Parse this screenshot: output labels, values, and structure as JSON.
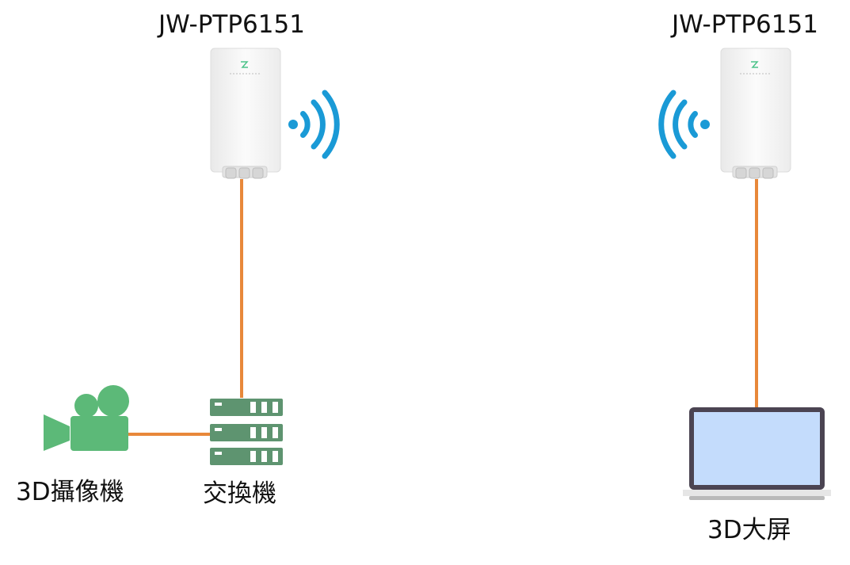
{
  "devices": {
    "ap_left": {
      "label": "JW-PTP6151"
    },
    "ap_right": {
      "label": "JW-PTP6151"
    },
    "camera": {
      "label": "3D攝像機"
    },
    "switch": {
      "label": "交換機"
    },
    "screen": {
      "label": "3D大屏"
    }
  },
  "colors": {
    "cable": "#e8883a",
    "wifi": "#1a9ad6",
    "device_green": "#5cb978",
    "switch_green": "#5e9470",
    "laptop_frame": "#4b4452",
    "laptop_screen": "#c4dcfc",
    "ap_body": "#f6f6f6"
  },
  "icons": {
    "ap_left": "outdoor-ap-icon",
    "ap_right": "outdoor-ap-icon",
    "wifi_left": "wifi-signal-icon",
    "wifi_right": "wifi-signal-icon",
    "camera": "video-camera-icon",
    "switch": "network-switch-icon",
    "screen": "laptop-icon"
  }
}
